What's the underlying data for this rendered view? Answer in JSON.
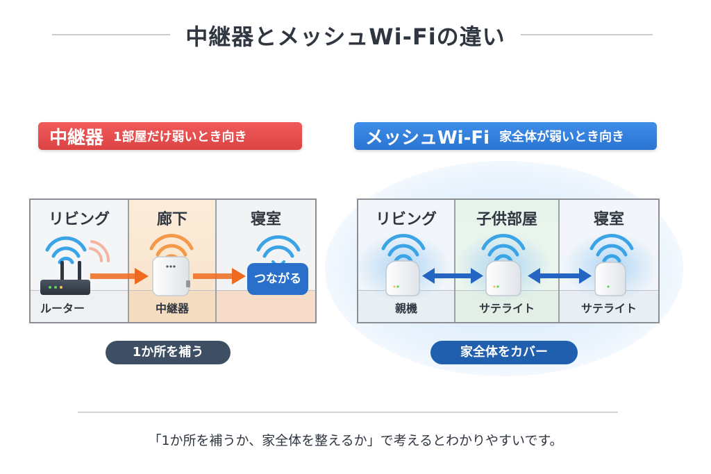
{
  "title": "中継器とメッシュWi-Fiの違い",
  "left": {
    "header_main": "中継器",
    "header_sub": "1部屋だけ弱いとき向き",
    "rooms": [
      "リビング",
      "廊下",
      "寝室"
    ],
    "router_label": "ルーター",
    "repeater_label": "中継器",
    "connected_label": "つながる",
    "summary": "1か所を補う"
  },
  "right": {
    "header_main": "メッシュWi-Fi",
    "header_sub": "家全体が弱いとき向き",
    "rooms": [
      "リビング",
      "子供部屋",
      "寝室"
    ],
    "node_labels": [
      "親機",
      "サテライト",
      "サテライト"
    ],
    "summary": "家全体をカバー"
  },
  "footer_note": "「1か所を補うか、家全体を整えるか」で考えるとわかりやすいです。",
  "colors": {
    "red": "#e04848",
    "blue": "#2f7ddc",
    "arrow_orange": "#ef6a1e",
    "arrow_blue": "#2465c4",
    "wifi_blue": "#3aa4e6",
    "wifi_orange": "#f29a4a",
    "dark_pill": "#3e4e63"
  }
}
